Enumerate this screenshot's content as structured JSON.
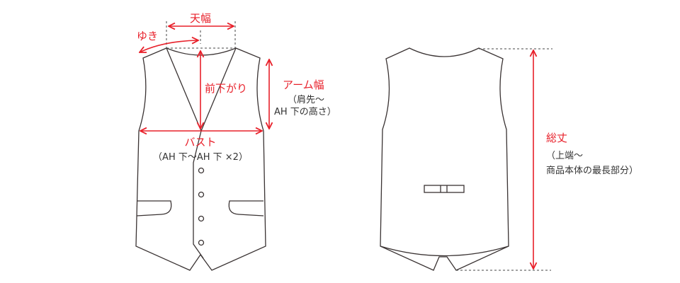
{
  "front": {
    "label_shoulder_width": "天幅",
    "label_sleeve": "ゆき",
    "label_front_drop": "前下がり",
    "label_armhole": "アーム幅",
    "armhole_note_1": "（肩先〜",
    "armhole_note_2": "AH 下の高さ）",
    "label_bust": "バスト",
    "bust_note": "（AH 下〜AH 下 ×2）"
  },
  "back": {
    "label_length": "総丈",
    "length_note_1": "（上端〜",
    "length_note_2": "商品本体の最長部分）"
  },
  "colors": {
    "accent": "#e8202a",
    "outline": "#3a3333"
  }
}
